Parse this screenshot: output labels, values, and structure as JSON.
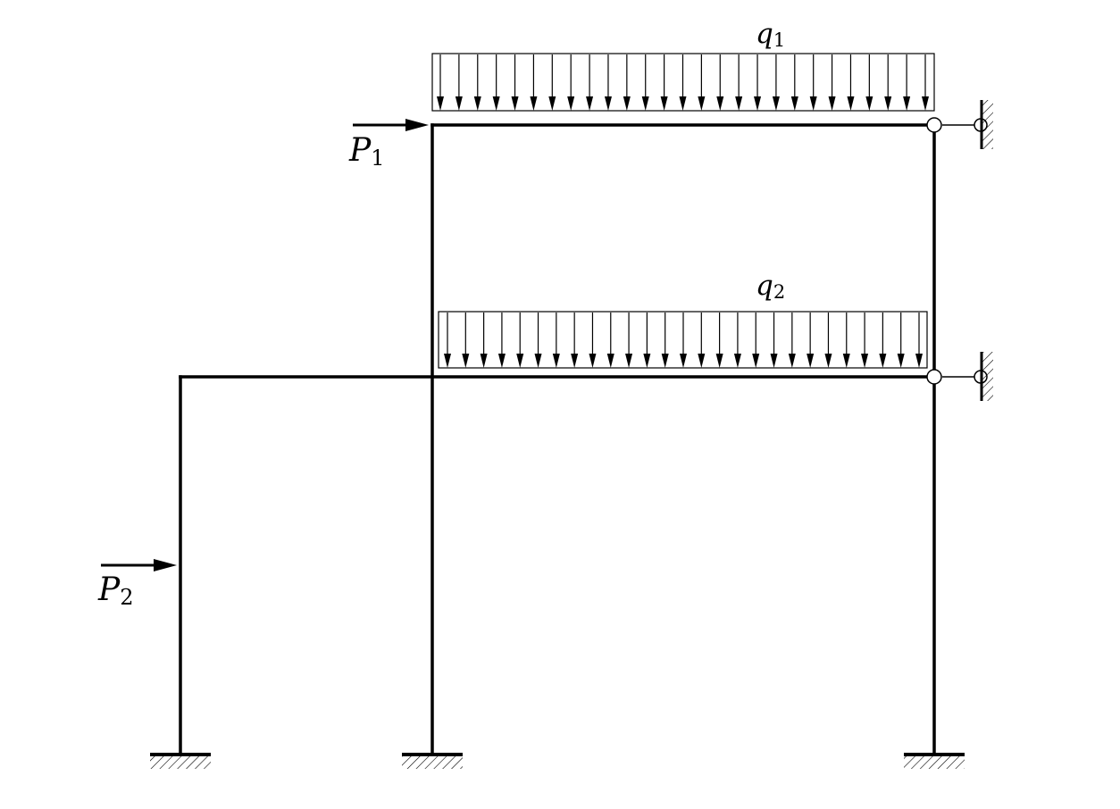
{
  "labels": {
    "p1": {
      "main": "P",
      "sub": "1"
    },
    "p2": {
      "main": "P",
      "sub": "2"
    },
    "q1": {
      "main": "q",
      "sub": "1"
    },
    "q2": {
      "main": "q",
      "sub": "2"
    }
  },
  "colors": {
    "stroke": "#000000",
    "background": "#ffffff"
  }
}
